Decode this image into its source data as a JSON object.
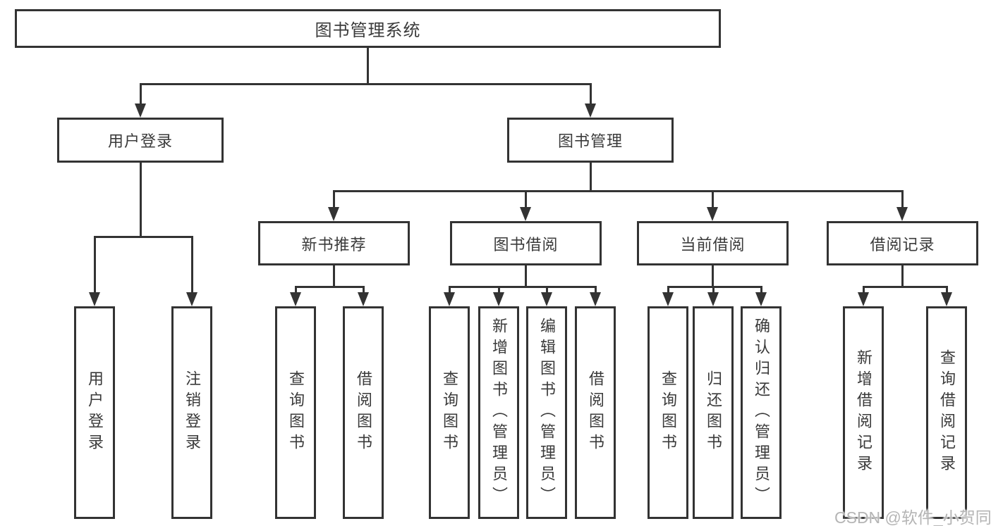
{
  "diagram": {
    "type": "tree",
    "nodes": {
      "root": {
        "label": "图书管理系统"
      },
      "user_login": {
        "label": "用户登录"
      },
      "book_mgmt": {
        "label": "图书管理"
      },
      "new_book_rec": {
        "label": "新书推荐"
      },
      "book_borrow": {
        "label": "图书借阅"
      },
      "current_borrow": {
        "label": "当前借阅"
      },
      "borrow_records": {
        "label": "借阅记录"
      },
      "leaf_user_login": {
        "label": "用户登录"
      },
      "leaf_logout": {
        "label": "注销登录"
      },
      "leaf_query_book_rec": {
        "label": "查询图书"
      },
      "leaf_borrow_book_rec": {
        "label": "借阅图书"
      },
      "leaf_query_book_borrow": {
        "label": "查询图书"
      },
      "leaf_add_book": {
        "label": "新增图书（管理员）"
      },
      "leaf_edit_book": {
        "label": "编辑图书（管理员）"
      },
      "leaf_borrow_book_borrow": {
        "label": "借阅图书"
      },
      "leaf_query_book_current": {
        "label": "查询图书"
      },
      "leaf_return_book": {
        "label": "归还图书"
      },
      "leaf_confirm_return": {
        "label": "确认归还（管理员）"
      },
      "leaf_add_borrow_record": {
        "label": "新增借阅记录"
      },
      "leaf_query_borrow_record": {
        "label": "查询借阅记录"
      }
    },
    "hierarchy": {
      "图书管理系统": {
        "用户登录": [
          "用户登录",
          "注销登录"
        ],
        "图书管理": {
          "新书推荐": [
            "查询图书",
            "借阅图书"
          ],
          "图书借阅": [
            "查询图书",
            "新增图书（管理员）",
            "编辑图书（管理员）",
            "借阅图书"
          ],
          "当前借阅": [
            "查询图书",
            "归还图书",
            "确认归还（管理员）"
          ],
          "借阅记录": [
            "新增借阅记录",
            "查询借阅记录"
          ]
        }
      }
    }
  },
  "watermark": {
    "text": "CSDN @软件_小贺同学"
  },
  "colors": {
    "line": "#333333",
    "text": "#3a3a3a",
    "background": "#ffffff",
    "watermark": "#b5b5b5"
  }
}
